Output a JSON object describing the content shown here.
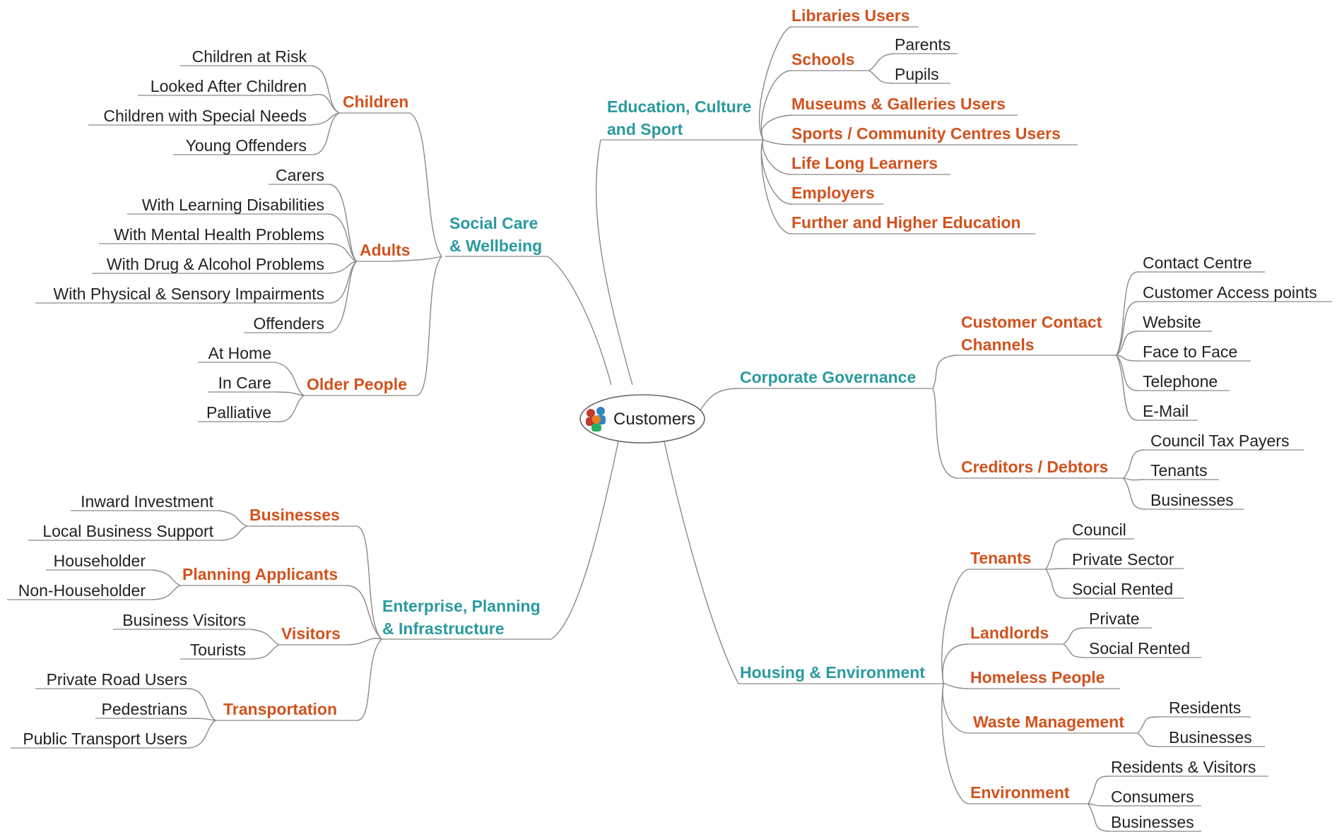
{
  "root": {
    "label": "Customers",
    "icon": "people-group-icon"
  },
  "colors": {
    "main": "#2a9a9f",
    "sub": "#d2521e",
    "leaf": "#222222",
    "line": "#8a8a8a"
  },
  "social_care": {
    "label_line1": "Social Care",
    "label_line2": "& Wellbeing",
    "children": {
      "label": "Children",
      "items": [
        "Children at Risk",
        "Looked After Children",
        "Children with Special Needs",
        "Young Offenders"
      ]
    },
    "adults": {
      "label": "Adults",
      "items": [
        "Carers",
        "With Learning Disabilities",
        "With Mental Health Problems",
        "With Drug & Alcohol Problems",
        "With Physical & Sensory Impairments",
        "Offenders"
      ]
    },
    "older_people": {
      "label": "Older People",
      "items": [
        "At Home",
        "In Care",
        "Palliative"
      ]
    }
  },
  "enterprise": {
    "label_line1": "Enterprise, Planning",
    "label_line2": "& Infrastructure",
    "businesses": {
      "label": "Businesses",
      "items": [
        "Inward Investment",
        "Local Business Support"
      ]
    },
    "planning": {
      "label": "Planning Applicants",
      "items": [
        "Householder",
        "Non-Householder"
      ]
    },
    "visitors": {
      "label": "Visitors",
      "items": [
        "Business Visitors",
        "Tourists"
      ]
    },
    "transportation": {
      "label": "Transportation",
      "items": [
        "Private Road Users",
        "Pedestrians",
        "Public Transport Users"
      ]
    }
  },
  "education": {
    "label_line1": "Education, Culture",
    "label_line2": "and Sport",
    "libraries": "Libraries Users",
    "schools": {
      "label": "Schools",
      "items": [
        "Parents",
        "Pupils"
      ]
    },
    "museums": "Museums & Galleries Users",
    "sports": "Sports / Community Centres Users",
    "lifelong": "Life Long Learners",
    "employers": "Employers",
    "further": "Further and Higher Education"
  },
  "corporate": {
    "label": "Corporate Governance",
    "contact": {
      "label_line1": "Customer Contact",
      "label_line2": "Channels",
      "items": [
        "Contact Centre",
        "Customer Access points",
        "Website",
        "Face to Face",
        "Telephone",
        "E-Mail"
      ]
    },
    "creditors": {
      "label": "Creditors / Debtors",
      "items": [
        "Council Tax Payers",
        "Tenants",
        "Businesses"
      ]
    }
  },
  "housing": {
    "label": "Housing & Environment",
    "tenants": {
      "label": "Tenants",
      "items": [
        "Council",
        "Private Sector",
        "Social Rented"
      ]
    },
    "landlords": {
      "label": "Landlords",
      "items": [
        "Private",
        "Social Rented"
      ]
    },
    "homeless": "Homeless People",
    "waste": {
      "label": "Waste Management",
      "items": [
        "Residents",
        "Businesses"
      ]
    },
    "environment": {
      "label": "Environment",
      "items": [
        "Residents & Visitors",
        "Consumers",
        "Businesses"
      ]
    }
  }
}
